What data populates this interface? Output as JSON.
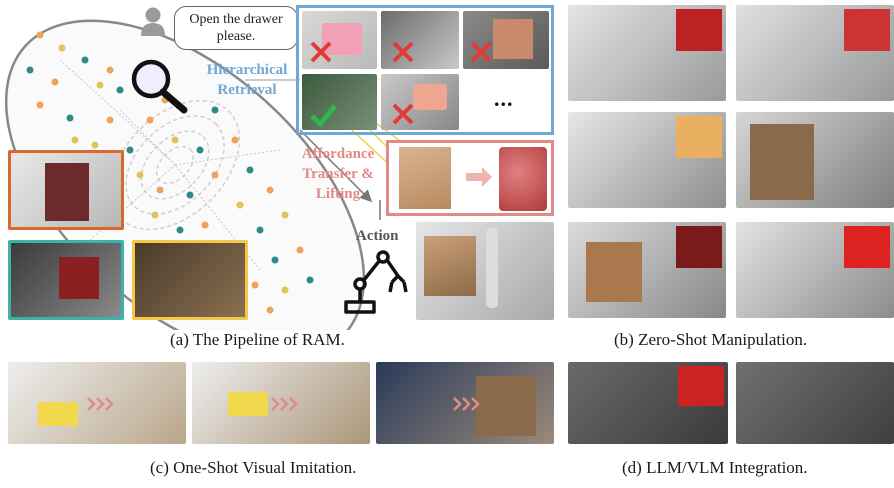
{
  "pipeline": {
    "instruction": "Open the drawer please.",
    "retrieval_label": "Hierarchical Retrieval",
    "transfer_label": "Affordance Transfer & Lifting",
    "action_label": "Action",
    "more_indicator": "...",
    "caption": "(a) The Pipeline of RAM."
  },
  "zero_shot": {
    "caption": "(b) Zero-Shot Manipulation."
  },
  "imitation": {
    "caption": "(c) One-Shot Visual Imitation."
  },
  "integration": {
    "caption": "(d) LLM/VLM Integration."
  },
  "colors": {
    "retrieval": "#6fa8d6",
    "transfer": "#e28a87",
    "orange_frame": "#d9692a",
    "teal_frame": "#3bb3a8",
    "yellow_frame": "#f2c94c",
    "success": "#2db84d",
    "fail": "#e53935"
  },
  "icons": [
    "user-icon",
    "magnifier-icon",
    "check-icon",
    "cross-icon",
    "robot-arm-icon",
    "arrow-right-icon",
    "triple-chevron-icon"
  ]
}
